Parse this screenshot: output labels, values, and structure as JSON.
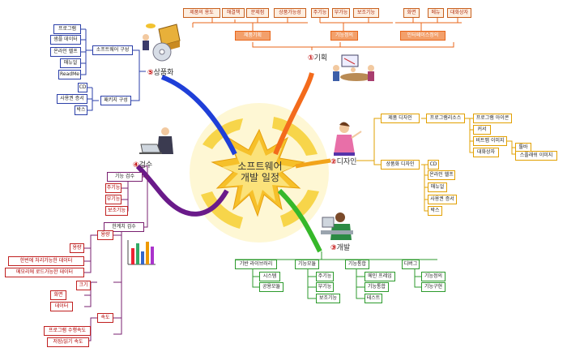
{
  "center": {
    "line1": "소프트웨어",
    "line2": "개발 일정"
  },
  "branches": {
    "planning": {
      "num": "①",
      "label": "기획"
    },
    "design": {
      "num": "②",
      "label": "디자인"
    },
    "dev": {
      "num": "③",
      "label": "개발"
    },
    "test": {
      "num": "④",
      "label": "검수"
    },
    "product": {
      "num": "⑤",
      "label": "상품화"
    }
  },
  "planning": {
    "top": [
      "제품의 용도",
      "문제점",
      "해결책",
      "상품가능성",
      "주기능",
      "부가능",
      "보조기능",
      "화면",
      "메뉴",
      "대화상자"
    ],
    "mid": [
      "제품기획",
      "기능정의",
      "인터페이스정의"
    ]
  },
  "design": {
    "n1": "제품 디자인",
    "n1a": "프로그램리소스",
    "r1": "프로그램 아이콘",
    "r2": "커서",
    "r3": "비트맵 이미지",
    "r3a": "툴바",
    "r3b": "스플래쉬 이미지",
    "r4": "대화상자",
    "n2": "상품화 디자인",
    "p1": "CD",
    "p2": "온라인 헬프",
    "p3": "매뉴얼",
    "p4": "사용권 증서",
    "p5": "박스"
  },
  "dev": {
    "heads": [
      "기반 라이브러리",
      "기능모듈",
      "기능통합",
      "디버그"
    ],
    "c1": [
      "시스템",
      "공용모듈"
    ],
    "c2": [
      "주기능",
      "부기능",
      "보조기능"
    ],
    "c3": [
      "메인 프레임",
      "기능통합",
      "테스트"
    ],
    "c4": [
      "기능정의",
      "기능구현"
    ]
  },
  "test": {
    "func": "기능 검수",
    "func_items": [
      "주기능",
      "부기능",
      "보조기능"
    ],
    "limit": "한계치 검수",
    "cap": "용량",
    "cap_items": [
      "한번에 처리가능한 데이터",
      "메모리에 로드가능한 데이터"
    ],
    "size": "크기",
    "size_items": [
      "화면",
      "데이터"
    ],
    "speed": "속도",
    "speed_items": [
      "프로그램 수행속도",
      "저장/읽기 속도"
    ]
  },
  "product": {
    "sw": "소프트웨어 구성",
    "sw_items": [
      "프로그램",
      "샘플 데이터",
      "온라인 헬프",
      "매뉴얼",
      "ReadMe"
    ],
    "pkg": "패키지 구성",
    "pkg_items": [
      "CD",
      "사용권 증서",
      "박스"
    ]
  }
}
